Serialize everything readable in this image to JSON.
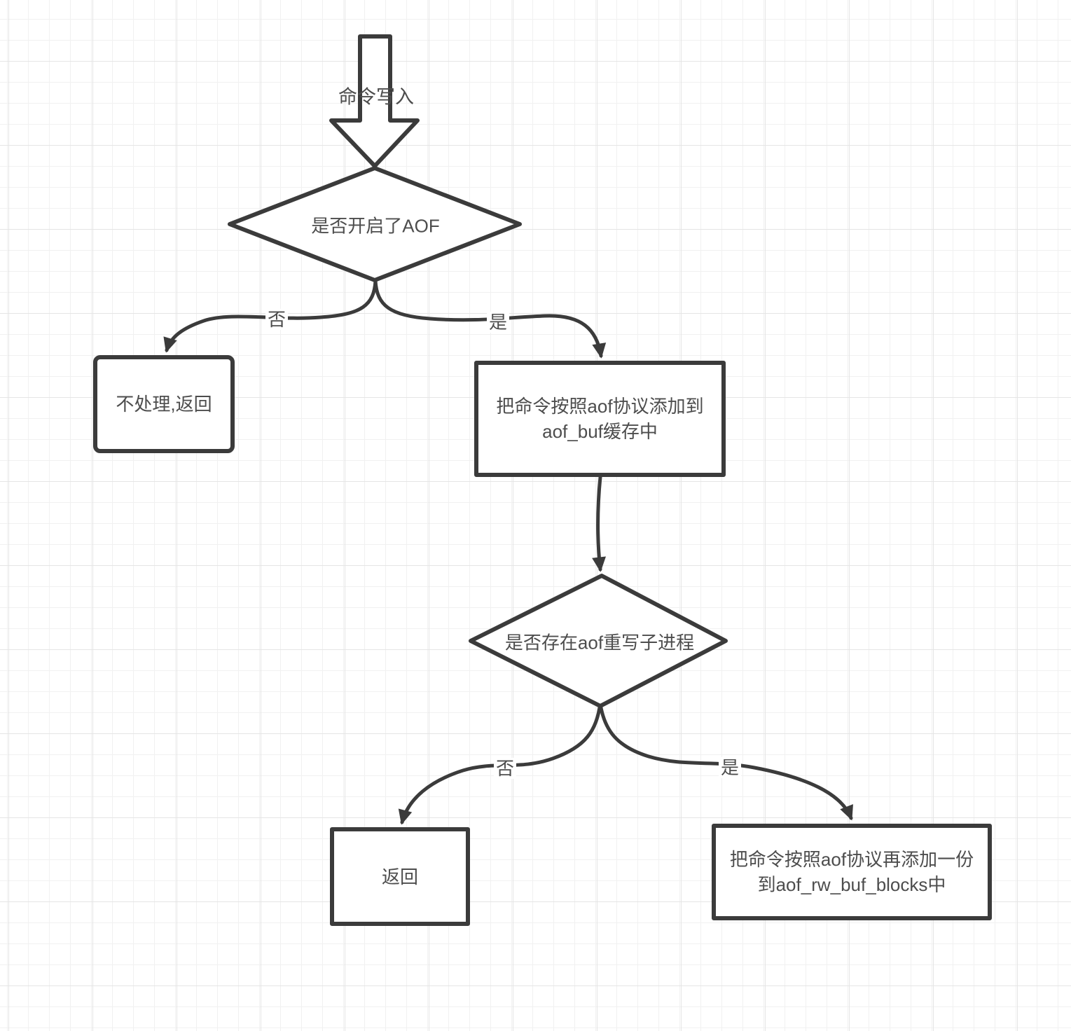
{
  "nodes": {
    "start_arrow": {
      "label": "命令写入"
    },
    "decision_aof_enabled": {
      "label": "是否开启了AOF"
    },
    "no_process": {
      "label": "不处理,返回"
    },
    "append_aof_buf": {
      "line1": "把命令按照aof协议添加到",
      "line2": "aof_buf缓存中"
    },
    "decision_rewrite_child": {
      "label": "是否存在aof重写子进程"
    },
    "return_box": {
      "label": "返回"
    },
    "append_rw_buf": {
      "line1": "把命令按照aof协议再添加一份",
      "line2": "到aof_rw_buf_blocks中"
    }
  },
  "edges": {
    "aof_enabled_no": {
      "label": "否"
    },
    "aof_enabled_yes": {
      "label": "是"
    },
    "rewrite_no": {
      "label": "否"
    },
    "rewrite_yes": {
      "label": "是"
    }
  },
  "colors": {
    "stroke": "#3b3b3b",
    "text": "#4d4d4d",
    "node_fill": "#ffffff",
    "background": "#ffffff",
    "grid_minor": "#f1f1f1",
    "grid_major": "#e5e5e5"
  }
}
